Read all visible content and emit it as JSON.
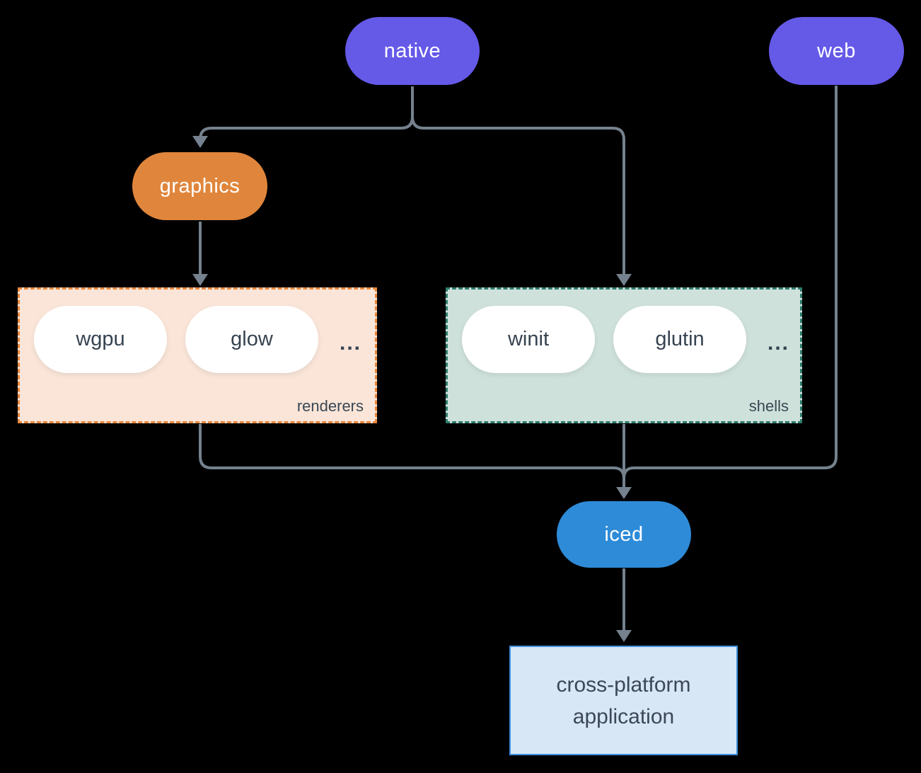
{
  "nodes": {
    "native": {
      "label": "native",
      "fill": "#6559e8",
      "text_color": "#ffffff"
    },
    "web": {
      "label": "web",
      "fill": "#6559e8",
      "text_color": "#ffffff"
    },
    "graphics": {
      "label": "graphics",
      "fill": "#e0863c",
      "text_color": "#ffffff"
    },
    "iced": {
      "label": "iced",
      "fill": "#2e8bd8",
      "text_color": "#ffffff"
    },
    "application": {
      "label": "cross-platform application",
      "fill": "#d8e7f6",
      "border": "#3d8edb",
      "text_color": "#3b4856"
    }
  },
  "groups": {
    "renderers": {
      "label": "renderers",
      "fill": "#fae5d8",
      "border": "#e8873d",
      "items": [
        "wgpu",
        "glow"
      ],
      "ellipsis": "..."
    },
    "shells": {
      "label": "shells",
      "fill": "#cfe1db",
      "border": "#2e7c6c",
      "items": [
        "winit",
        "glutin"
      ],
      "ellipsis": "..."
    }
  },
  "colors": {
    "background": "#000000",
    "connector": "#75818e",
    "white_pill_text": "#364350",
    "group_label_text": "#3a4754"
  }
}
